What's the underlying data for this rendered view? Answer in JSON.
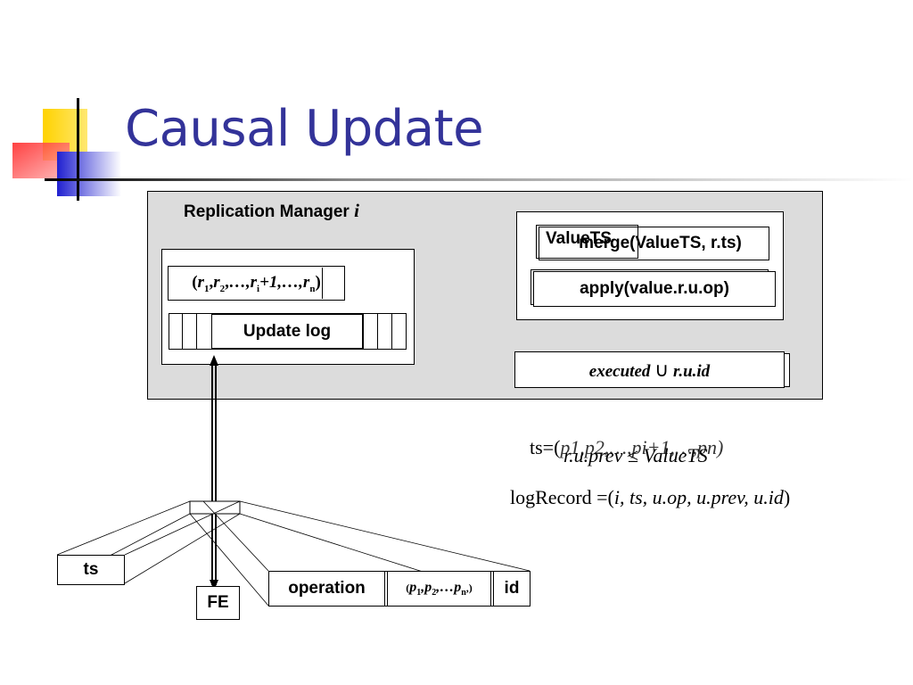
{
  "slide": {
    "title": "Causal Update"
  },
  "rm": {
    "label": "Replication Manager ",
    "label_italic": "i",
    "update_log": "Update log",
    "vector_open": "(",
    "vector_terms": [
      {
        "base": "r",
        "sub": "1"
      },
      {
        "base": "r",
        "sub": "2"
      },
      {
        "base": "…,r",
        "sub": "i"
      },
      {
        "base": "+1,…,r",
        "sub": "n"
      }
    ],
    "vector_close": ")",
    "valuets": "ValueTS",
    "merge": "merge(ValueTS, r.ts)",
    "apply": "apply(value.r.u.op)",
    "executed_a": "executed",
    "union": "∪",
    "executed_b": "r.u.id"
  },
  "formulas": {
    "ts_prefix": "ts=(",
    "ts_vector": "p1,p2,…,pi+1,…,pn)",
    "ts_overlay": "r.u.prev ≤ ValueTS",
    "logrecord_prefix": "logRecord =(",
    "logrecord_args": "i, ts, u.op, u.prev, u.id",
    "logrecord_suffix": ")"
  },
  "fe_message": {
    "ts": "ts",
    "fe": "FE",
    "operation": "operation",
    "prev_open": "(",
    "prev_terms": [
      {
        "base": "p",
        "sub": "1"
      },
      {
        "base": ",p",
        "sub": "2"
      },
      {
        "base": ",…p",
        "sub": "n"
      }
    ],
    "prev_close": ",)",
    "id": "id"
  },
  "colors": {
    "title": "#333399",
    "rm_panel": "#dcdcdc",
    "logo_yellow": "#ffd200",
    "logo_red": "#ff2020",
    "logo_blue": "#2020d0"
  }
}
